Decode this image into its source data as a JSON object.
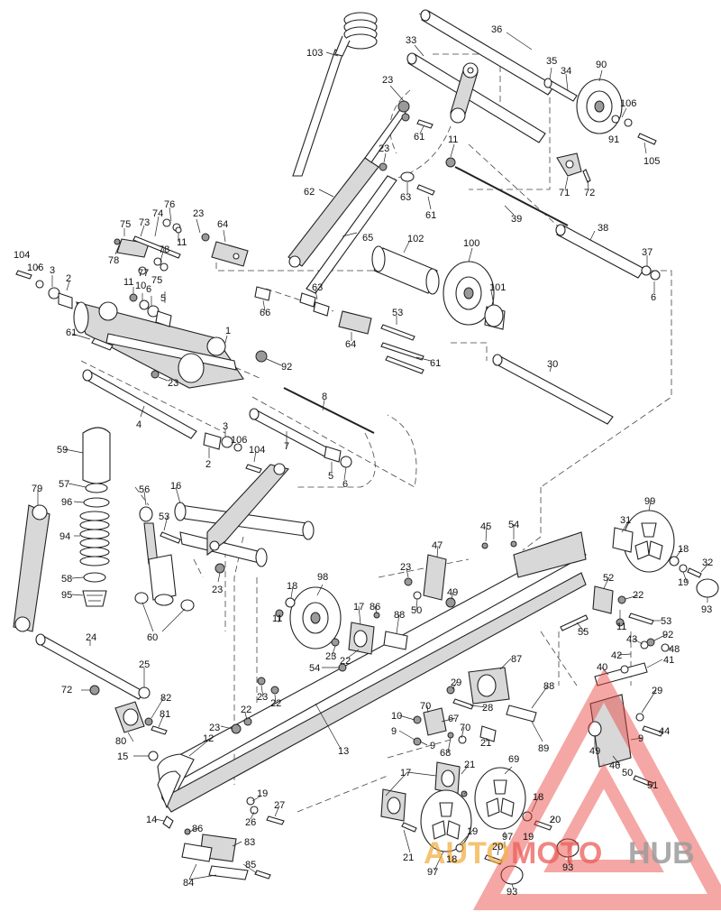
{
  "labels": {
    "l1": "1",
    "l2a": "2",
    "l2b": "2",
    "l3a": "3",
    "l3b": "3",
    "l4": "4",
    "l5a": "5",
    "l5b": "5",
    "l6a": "6",
    "l6b": "6",
    "l6c": "6",
    "l7": "7",
    "l8": "8",
    "l9a": "9",
    "l9b": "9",
    "l10a": "10",
    "l10b": "10",
    "l11a": "11",
    "l11b": "11",
    "l11c": "11",
    "l11d": "11",
    "l11e": "11",
    "l12": "12",
    "l13": "13",
    "l14": "14",
    "l15": "15",
    "l16": "16",
    "l17a": "17",
    "l17b": "17",
    "l18a": "18",
    "l18b": "18",
    "l18c": "18",
    "l18d": "18",
    "l19a": "19",
    "l19b": "19",
    "l19c": "19",
    "l19d": "19",
    "l20a": "20",
    "l20b": "20",
    "l21a": "21",
    "l21b": "21",
    "l21c": "21",
    "l22a": "22",
    "l22b": "22",
    "l22c": "22",
    "l22d": "22",
    "l23a": "23",
    "l23b": "23",
    "l23c": "23",
    "l23d": "23",
    "l23e": "23",
    "l23f": "23",
    "l23g": "23",
    "l23h": "23",
    "l23i": "23",
    "l24": "24",
    "l25": "25",
    "l26": "26",
    "l27": "27",
    "l28": "28",
    "l29a": "29",
    "l29b": "29",
    "l30": "30",
    "l31": "31",
    "l32": "32",
    "l33": "33",
    "l34": "34",
    "l35": "35",
    "l36": "36",
    "l37": "37",
    "l38": "38",
    "l39": "39",
    "l40": "40",
    "l41": "41",
    "l42": "42",
    "l43": "43",
    "l44": "44",
    "l45": "45",
    "l46": "46",
    "l47": "47",
    "l48": "48",
    "l49a": "49",
    "l49b": "49",
    "l50a": "50",
    "l50b": "50",
    "l51": "51",
    "l52": "52",
    "l53a": "53",
    "l53b": "53",
    "l53c": "53",
    "l54a": "54",
    "l54b": "54",
    "l55": "55",
    "l56": "56",
    "l57": "57",
    "l58": "58",
    "l59": "59",
    "l60": "60",
    "l61a": "61",
    "l61b": "61",
    "l61c": "61",
    "l61d": "61",
    "l62": "62",
    "l63a": "63",
    "l63b": "63",
    "l64a": "64",
    "l64b": "64",
    "l65": "65",
    "l66": "66",
    "l67": "67",
    "l68": "68",
    "l69": "69",
    "l70a": "70",
    "l70b": "70",
    "l71": "71",
    "l72a": "72",
    "l72b": "72",
    "l73": "73",
    "l74": "74",
    "l75a": "75",
    "l75b": "75",
    "l76": "76",
    "l77": "77",
    "l78a": "78",
    "l78b": "78",
    "l79": "79",
    "l80": "80",
    "l81": "81",
    "l82": "82",
    "l83": "83",
    "l84": "84",
    "l85": "85",
    "l86a": "86",
    "l86b": "86",
    "l87": "87",
    "l88a": "88",
    "l88b": "88",
    "l89": "89",
    "l90": "90",
    "l91": "91",
    "l92a": "92",
    "l92b": "92",
    "l93a": "93",
    "l93b": "93",
    "l93c": "93",
    "l94": "94",
    "l95": "95",
    "l96": "96",
    "l97a": "97",
    "l97b": "97",
    "l98": "98",
    "l99": "99",
    "l100": "100",
    "l101": "101",
    "l102": "102",
    "l103": "103",
    "l104a": "104",
    "l104b": "104",
    "l105": "105",
    "l106a": "106",
    "l106b": "106",
    "l106c": "106"
  },
  "watermark": {
    "part1": "AUTO",
    "part2": "MOTO",
    "part3": "HUB",
    "color_accent": "#e8423c",
    "color_orange": "#f0a830",
    "color_gray": "#8a8a8a"
  }
}
